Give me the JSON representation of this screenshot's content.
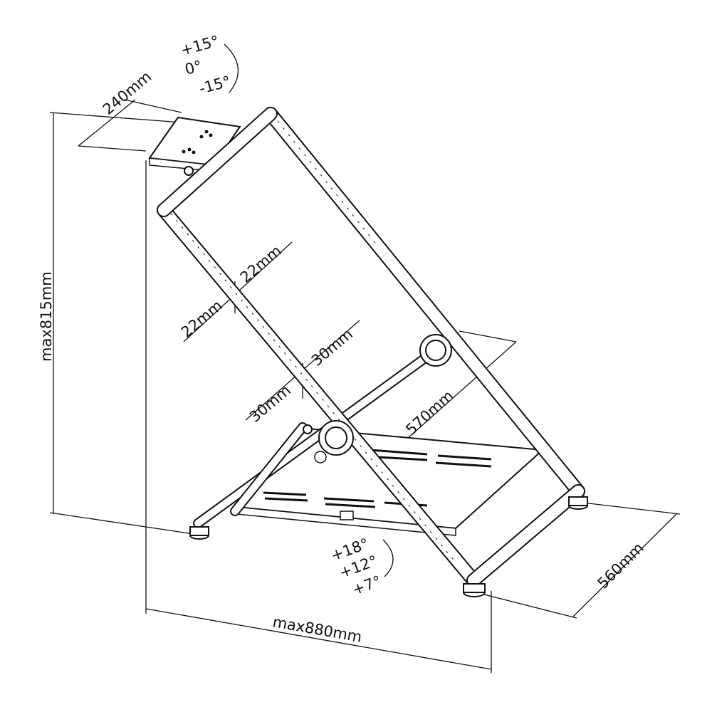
{
  "title": "Wheel stand dimension diagram",
  "dimensions": {
    "wheel_plate_depth": "240mm",
    "max_height": "max815mm",
    "max_length": "max880mm",
    "width": "560mm",
    "rail_spacing": "570mm",
    "tube_small_a": "22mm",
    "tube_small_b": "22mm",
    "tube_large_a": "30mm",
    "tube_large_b": "30mm"
  },
  "wheel_tilt": {
    "up": "+15°",
    "zero": "0°",
    "down": "-15°"
  },
  "pedal_tilt": {
    "high": "+18°",
    "mid": "+12°",
    "low": "+7°"
  },
  "colors": {
    "line": "#111111",
    "background": "#ffffff"
  }
}
